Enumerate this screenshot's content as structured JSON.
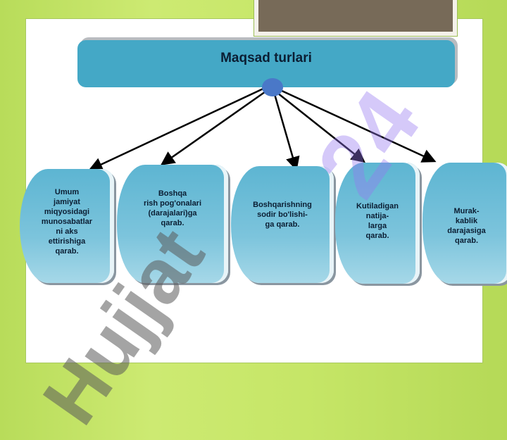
{
  "slide": {
    "title": "Maqsad turlari",
    "items": [
      {
        "label": "Umum\njamiyat\nmiqyosidagi\nmunosabatlar\nni aks\nettirishiga\nqarab."
      },
      {
        "label": "Boshqa\nrish pog'onalari\n(darajalari)ga\nqarab."
      },
      {
        "label": "Boshqarishning\nsodir bo'lishi-\nga qarab."
      },
      {
        "label": "Kutiladigan\nnatija-\nlarga\nqarab."
      },
      {
        "label": "Murak-\nkablik\ndarajasiga\nqarab."
      }
    ]
  },
  "watermark": {
    "text_part1": "Hujjat",
    "text_part2": "24"
  },
  "colors": {
    "header": "#44a8c6",
    "node": "#4a78c8",
    "arrow": "#000000"
  }
}
